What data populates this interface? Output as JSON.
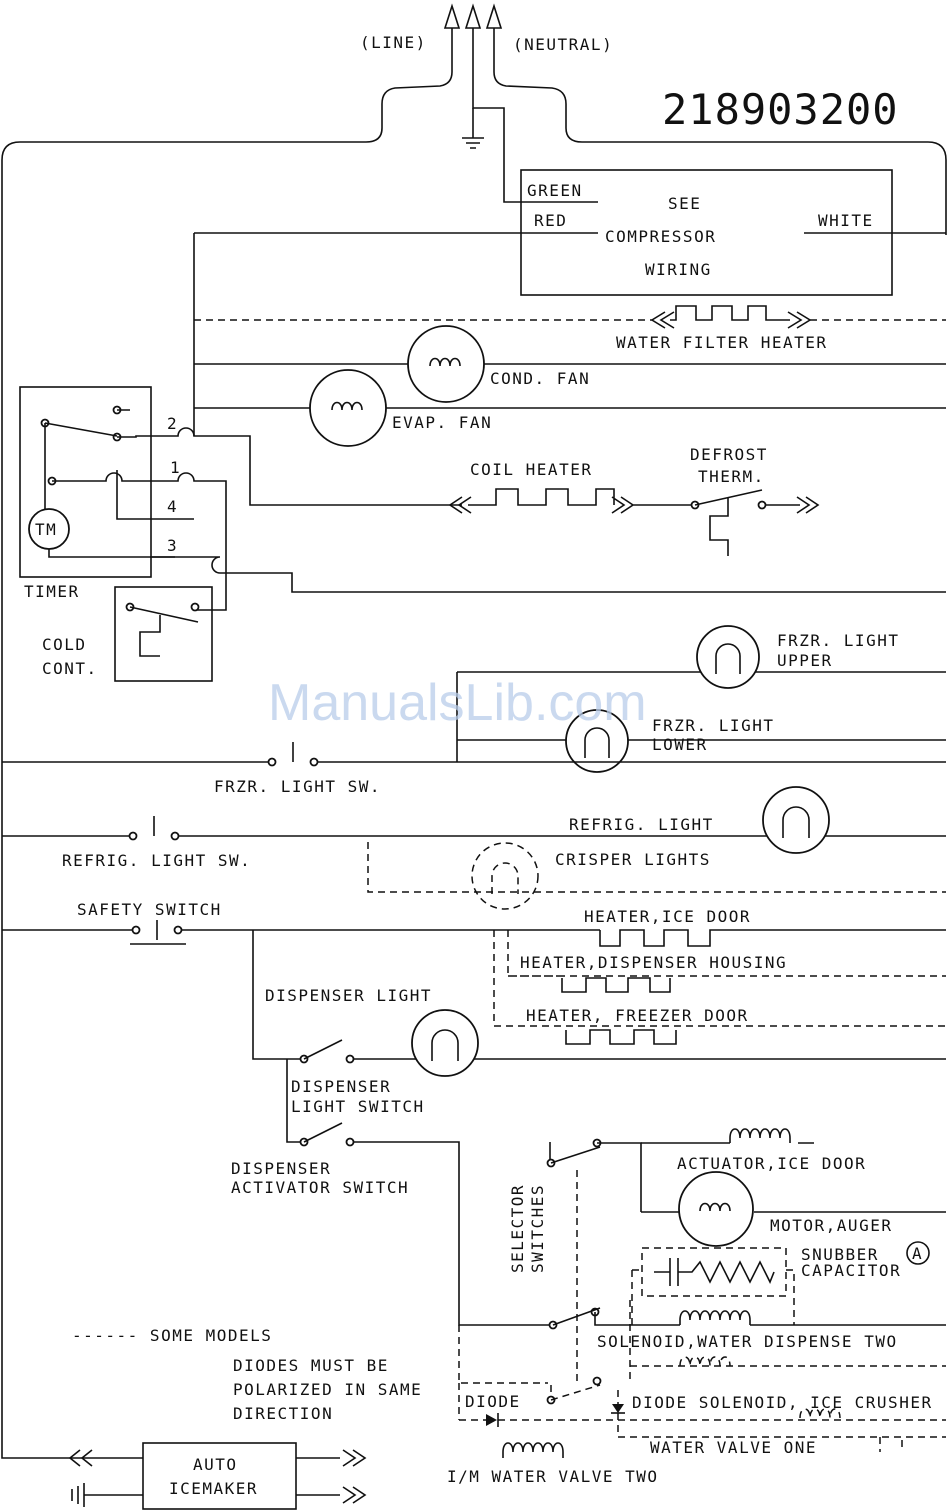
{
  "header": {
    "part_number": "218903200",
    "line": "(LINE)",
    "neutral": "(NEUTRAL)"
  },
  "compressor": {
    "green": "GREEN",
    "red": "RED",
    "white": "WHITE",
    "see": "SEE",
    "compressor": "COMPRESSOR",
    "wiring": "WIRING"
  },
  "timer": {
    "label": "TIMER",
    "tm": "TM",
    "terminals": [
      "2",
      "1",
      "4",
      "3"
    ]
  },
  "cold_control": {
    "line1": "COLD",
    "line2": "CONT."
  },
  "components": {
    "water_filter_heater": "WATER FILTER HEATER",
    "cond_fan": "COND. FAN",
    "evap_fan": "EVAP. FAN",
    "coil_heater": "COIL HEATER",
    "defrost_therm_1": "DEFROST",
    "defrost_therm_2": "THERM.",
    "frzr_light_upper_1": "FRZR. LIGHT",
    "frzr_light_upper_2": "UPPER",
    "frzr_light_lower_1": "FRZR. LIGHT",
    "frzr_light_lower_2": "LOWER",
    "frzr_light_sw": "FRZR. LIGHT SW.",
    "refrig_light": "REFRIG. LIGHT",
    "refrig_light_sw": "REFRIG. LIGHT SW.",
    "crisper_lights": "CRISPER LIGHTS",
    "safety_switch": "SAFETY SWITCH",
    "heater_ice_door": "HEATER,ICE DOOR",
    "heater_dispenser_housing": "HEATER,DISPENSER HOUSING",
    "heater_freezer_door": "HEATER, FREEZER DOOR",
    "dispenser_light": "DISPENSER LIGHT",
    "dispenser_light_switch_1": "DISPENSER",
    "dispenser_light_switch_2": "LIGHT SWITCH",
    "dispenser_activator_switch_1": "DISPENSER",
    "dispenser_activator_switch_2": "ACTIVATOR SWITCH",
    "selector_switches_1": "SELECTOR",
    "selector_switches_2": "SWITCHES",
    "actuator_ice_door": "ACTUATOR,ICE DOOR",
    "motor_auger": "MOTOR,AUGER",
    "snubber_1": "SNUBBER",
    "snubber_2": "CAPACITOR",
    "snubber_mark": "A",
    "solenoid_water_dispense_two": "SOLENOID,WATER DISPENSE TWO",
    "diode_left": "DIODE",
    "diode_solenoid_ice_crusher": "DIODE SOLENOID, ICE CRUSHER",
    "water_valve_one": "WATER VALVE ONE",
    "im_water_valve_two": "I/M WATER VALVE TWO",
    "auto_icemaker_1": "AUTO",
    "auto_icemaker_2": "ICEMAKER"
  },
  "notes": {
    "some_models": "------ SOME MODELS",
    "diodes_1": "DIODES MUST BE",
    "diodes_2": "POLARIZED IN SAME",
    "diodes_3": "DIRECTION"
  },
  "watermark": "ManualsLib.com"
}
